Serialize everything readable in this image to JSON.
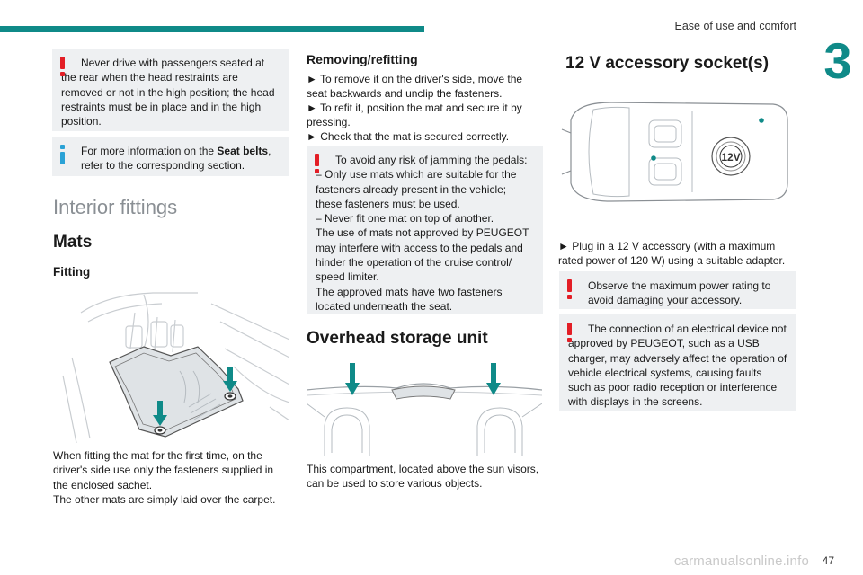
{
  "header": {
    "title": "Ease of use and comfort",
    "chapter": "3",
    "page_number": "47"
  },
  "colors": {
    "accent": "#0f8a88",
    "warning": "#e31e26",
    "info": "#2aa2d6",
    "note_bg": "#eef0f2"
  },
  "col1": {
    "note1": "Never drive with passengers seated at the rear when the head restraints are removed or not in the high position; the head restraints must be in place and in the high position.",
    "note2_pre": "For more information on the ",
    "note2_bold": "Seat belts",
    "note2_post": ", refer to the corresponding section.",
    "section_title": "Interior fittings",
    "mats_title": "Mats",
    "fitting_title": "Fitting",
    "fitting_text": "When fitting the mat for the first time, on the driver's side use only the fasteners supplied in the enclosed sachet.\nThe other mats are simply laid over the carpet."
  },
  "col2": {
    "removing_title": "Removing/refitting",
    "step1": "► To remove it on the driver's side, move the seat backwards and unclip the fasteners.",
    "step2": "► To refit it, position the mat and secure it by pressing.",
    "step3": "► Check that the mat is secured correctly.",
    "warn_text": "To avoid any risk of jamming the pedals:\n– Only use mats which are suitable for the fasteners already present in the vehicle; these fasteners must be used.\n– Never fit one mat on top of another.\nThe use of mats not approved by PEUGEOT may interfere with access to the pedals and hinder the operation of the cruise control/ speed limiter.\nThe approved mats have two fasteners located underneath the seat.",
    "overhead_title": "Overhead storage unit",
    "overhead_text": "This compartment, located above the sun visors, can be used to store various objects."
  },
  "col3": {
    "socket_title": "12 V accessory socket(s)",
    "socket_label": "12V",
    "step": "► Plug in a 12 V accessory (with a maximum rated power of 120 W) using a suitable adapter.",
    "warn1": "Observe the maximum power rating to avoid damaging your accessory.",
    "warn2": "The connection of an electrical device not approved by PEUGEOT, such as a USB charger, may adversely affect the operation of vehicle electrical systems, causing faults such as poor radio reception or interference with displays in the screens."
  },
  "watermark": "carmanualsonline.info"
}
